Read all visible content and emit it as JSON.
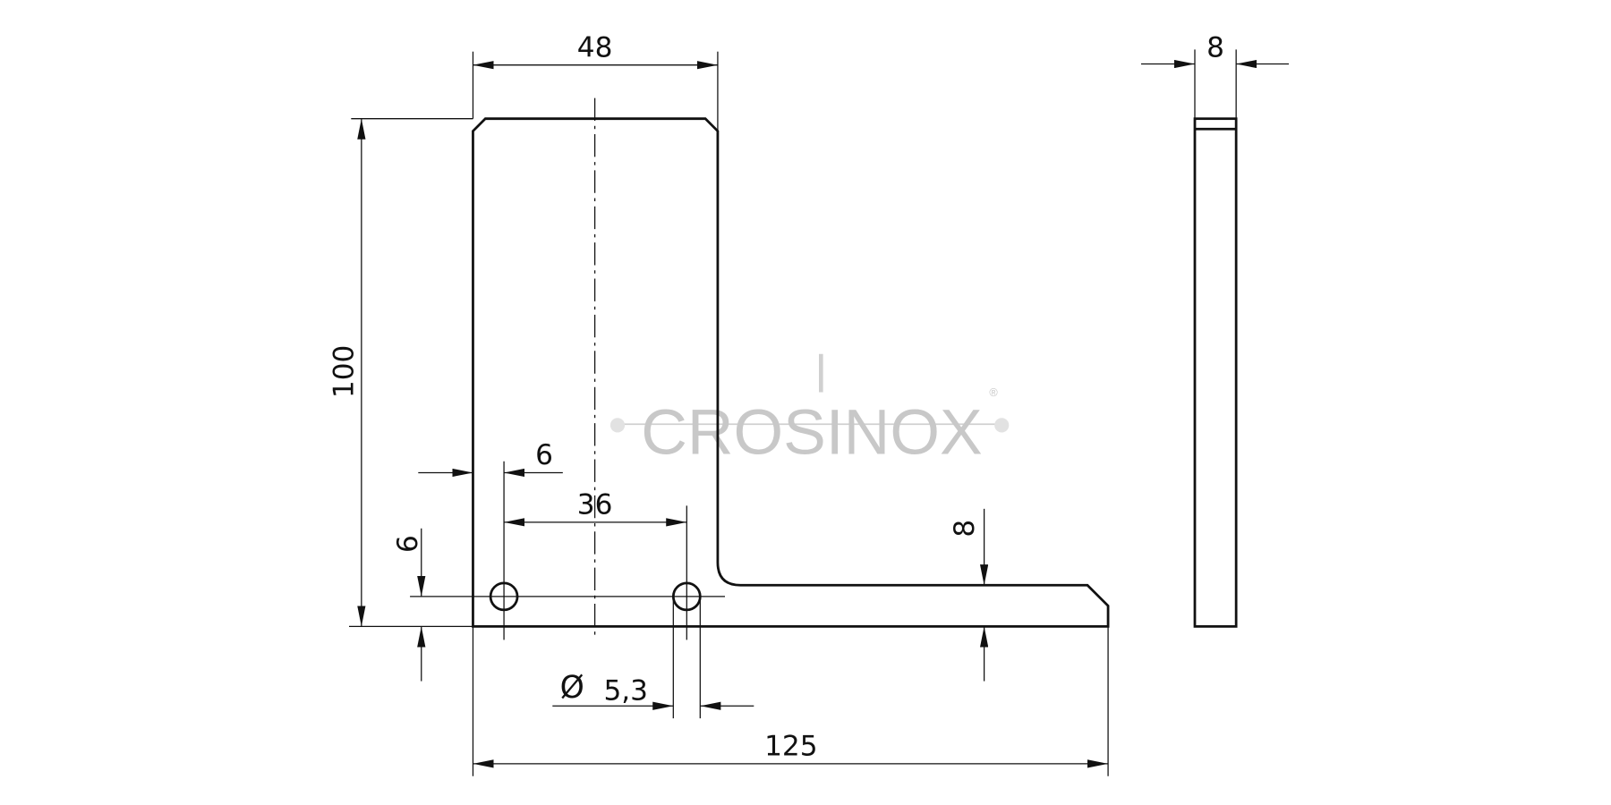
{
  "drawing": {
    "dimensions": {
      "width_top": "48",
      "height": "100",
      "edge_offset_x": "6",
      "hole_spacing": "36",
      "edge_offset_y": "6",
      "leg_thickness": "8",
      "hole_diameter_symbol": "Ø",
      "hole_diameter": "5,3",
      "total_length": "125",
      "side_thickness": "8"
    },
    "watermark": {
      "brand": "CROSINOX",
      "registered": "®"
    },
    "colors": {
      "line": "#111111",
      "watermark": "#c8c8c8"
    }
  }
}
